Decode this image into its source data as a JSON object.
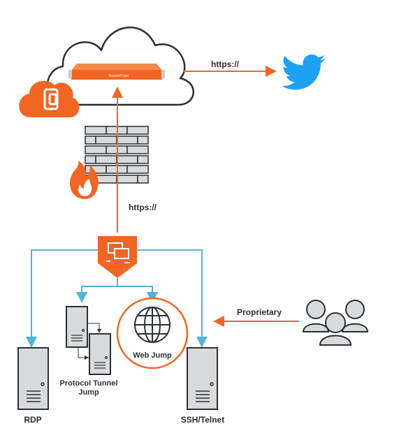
{
  "links": {
    "cloud_to_twitter": "https://",
    "firewall_to_jumpoint": "https://",
    "users_to_ssh": "Proprietary"
  },
  "appliance": {
    "brand_text": "BeyondTrust"
  },
  "endpoints": {
    "rdp": "RDP",
    "protocol_tunnel": [
      "Protocol Tunnel",
      "Jump"
    ],
    "web_jump": "Web Jump",
    "ssh_telnet": "SSH/Telnet"
  },
  "icons": [
    "cloud-icon",
    "appliance-icon",
    "bt-logo-icon",
    "firewall-icon",
    "flame-icon",
    "twitter-bird-icon",
    "jumpoint-shield-icon",
    "server-icon",
    "globe-icon",
    "users-icon"
  ],
  "colors": {
    "orange": "#f26522",
    "blue": "#4fb4d8",
    "dark": "#2a2f36",
    "gray": "#d9dadb"
  }
}
